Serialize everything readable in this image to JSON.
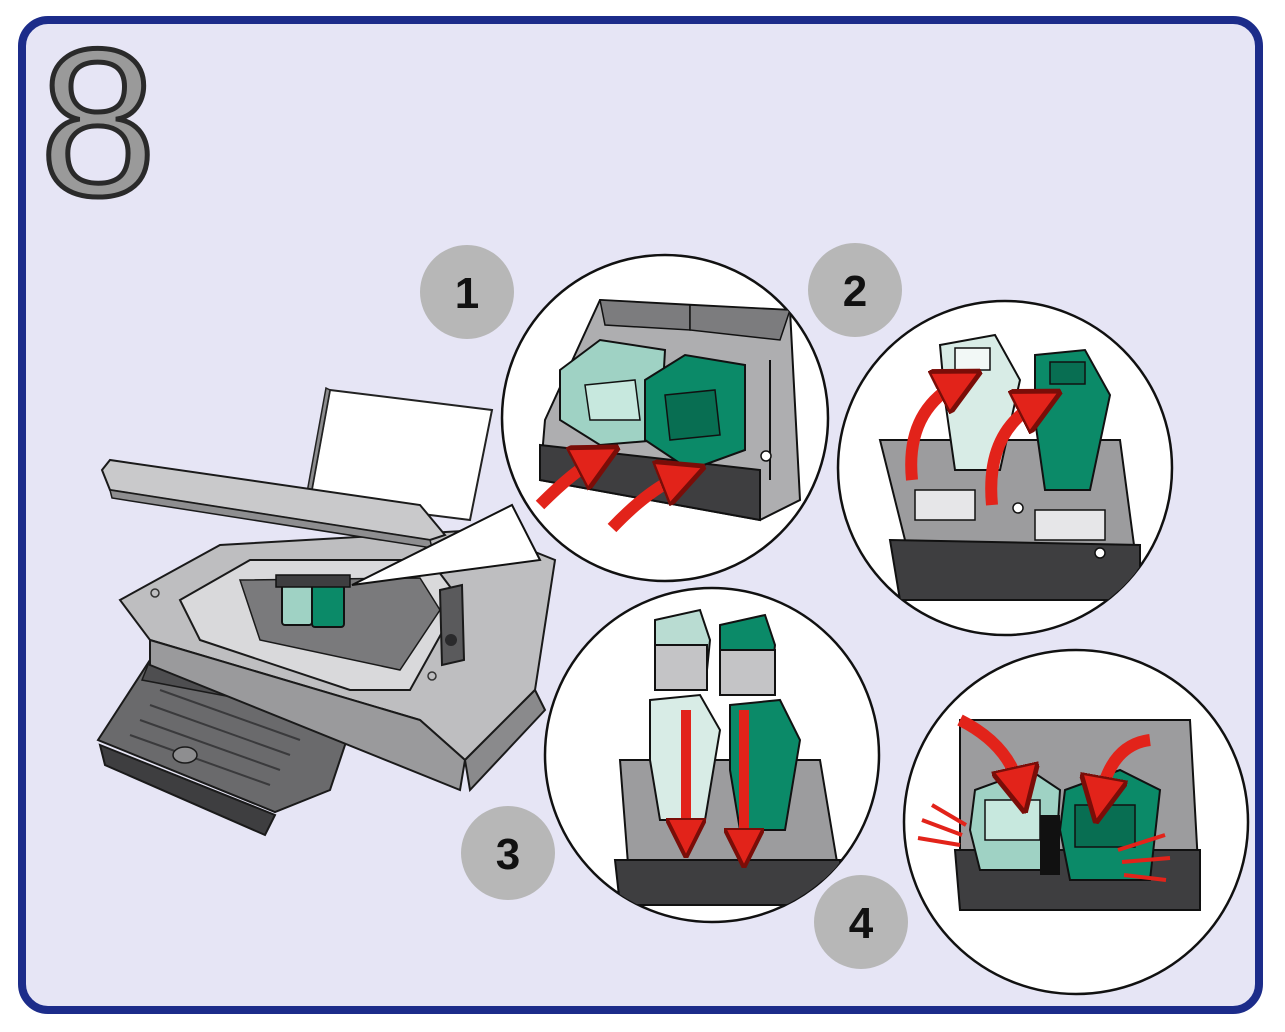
{
  "page": {
    "section_number": "8"
  },
  "steps": [
    {
      "number": "1",
      "action": "open-latch-arrows"
    },
    {
      "number": "2",
      "action": "lift-lids-arrows"
    },
    {
      "number": "3",
      "action": "insert-cartridges-arrows"
    },
    {
      "number": "4",
      "action": "close-lids-click"
    }
  ],
  "colors": {
    "frame": "#1c2c8a",
    "background": "#e6e5f5",
    "step_badge": "#b7b7b7",
    "arrow_red": "#e2231a",
    "cartridge_light": "#9fd2c4",
    "cartridge_dark": "#0b8a68",
    "printer_body": "#c9c9cb",
    "printer_dark": "#5a5a5c"
  },
  "icons": [
    "printer-illustration",
    "arrow-icon",
    "cartridge-icon",
    "click-lines-icon"
  ]
}
